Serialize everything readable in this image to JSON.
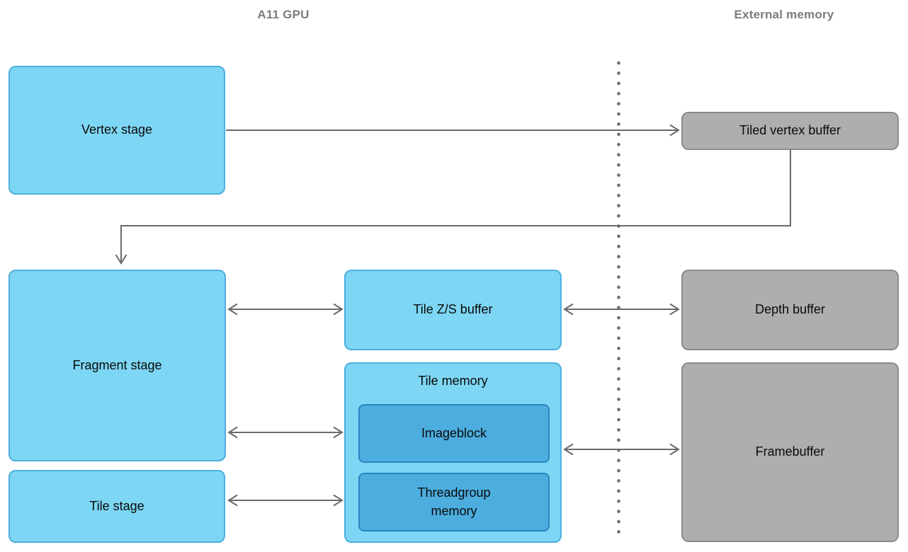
{
  "headers": {
    "gpu": "A11 GPU",
    "external_memory": "External memory"
  },
  "boxes": {
    "vertex_stage": "Vertex stage",
    "fragment_stage": "Fragment stage",
    "tile_stage": "Tile stage",
    "tile_zs_buffer": "Tile Z/S buffer",
    "tile_memory": "Tile memory",
    "imageblock": "Imageblock",
    "threadgroup_memory": "Threadgroup memory",
    "tiled_vertex_buffer": "Tiled vertex buffer",
    "depth_buffer": "Depth buffer",
    "framebuffer": "Framebuffer"
  },
  "colors": {
    "stage_fill": "#7DD6F3",
    "stage_border": "#4BAFE0",
    "inner_fill": "#4CADDE",
    "inner_border": "#2A85C0",
    "memory_fill": "#AEAEAE",
    "memory_border": "#8B8B8B",
    "connector_color": "#6A6A6A",
    "divider_color": "#6E6E6E",
    "header_text": "#7C7C80",
    "box_text": "#0A0A0A"
  }
}
